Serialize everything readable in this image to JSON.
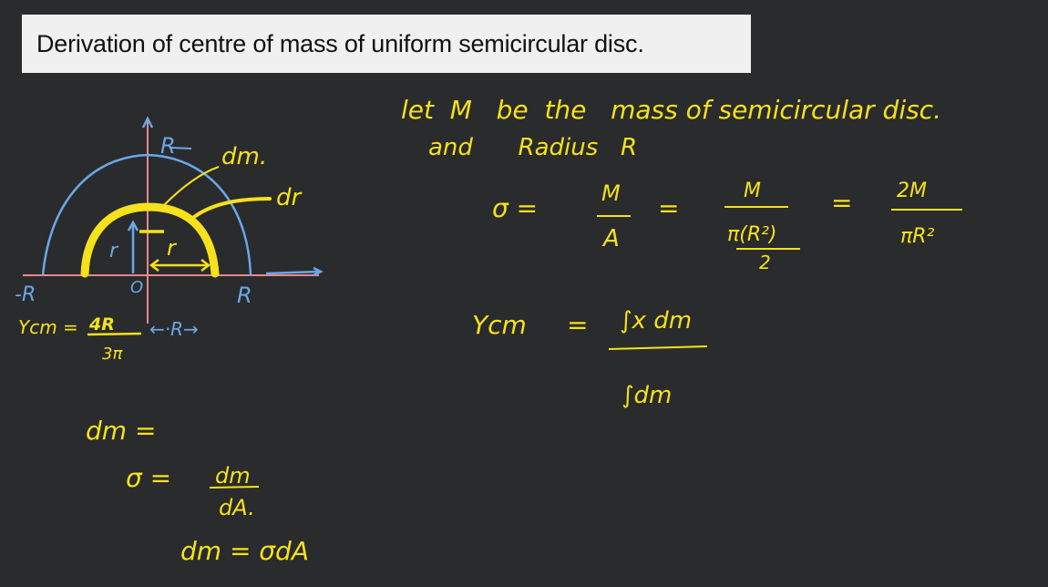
{
  "title": "Derivation of centre of mass of uniform semicircular disc.",
  "colors": {
    "background": "#2a2b2d",
    "title_bg": "#f0f0f0",
    "ink_yellow": "#f5e11c",
    "ink_blue": "#6aa8e8",
    "axis_pink": "#e8888a"
  },
  "diagram": {
    "label_top_R": "R",
    "label_left_R": "-R",
    "label_right_R": "R",
    "label_origin": "O",
    "label_dm": "dm.",
    "label_dr": "dr",
    "label_r_vertical": "r",
    "label_r_horizontal": "r",
    "ycm_lhs": "Ycm =",
    "ycm_num": "4R",
    "ycm_den": "3π",
    "span_label": "←·R→"
  },
  "notes": {
    "line1": "let  M   be  the   mass of semicircular disc.",
    "line2": "and      Radius   R",
    "sigma_eq": {
      "lhs": "σ =",
      "f1_num": "M",
      "f1_den": "A",
      "eq2": "=",
      "f2_num": "M",
      "f2_den_top": "π(R²)",
      "f2_den_bot": "2",
      "eq3": "=",
      "f3_num": "2M",
      "f3_den": "πR²"
    },
    "ycm_eq": {
      "lhs": "Ycm",
      "eq": "=",
      "num": "∫x dm",
      "den": "∫dm"
    },
    "dm_eq1": "dm =",
    "sigma_def": {
      "lhs": "σ =",
      "num": "dm",
      "den": "dA."
    },
    "dm_eq2": "dm = σdA"
  }
}
